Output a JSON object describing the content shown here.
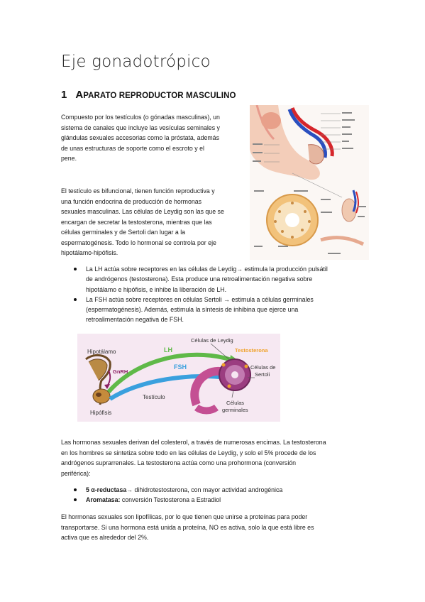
{
  "document": {
    "title": "Eje gonadotrópico",
    "section": {
      "number": "1",
      "heading_first": "A",
      "heading_rest": "PARATO REPRODUCTOR MASCULINO"
    },
    "para1": [
      "Compuesto por los testículos (o gónadas masculinas), un",
      "sistema de canales que incluye las vesículas seminales y",
      "glándulas sexuales accesorias como la próstata, además",
      "de unas estructuras de soporte como el escroto y el",
      "pene."
    ],
    "para2": [
      "El testículo es bifuncional, tienen función reproductiva y",
      "una función endocrina de producción de hormonas",
      "sexuales masculinas. Las células de Leydig son las que se",
      "encargan de secretar la testosterona, mientras que las",
      "células germinales y de Sertoli dan lugar a la",
      "espermatogénesis. Todo lo hormonal se controla por eje",
      "hipotálamo-hipófisis."
    ],
    "bullets1": [
      [
        "La LH actúa sobre receptores en las células de Leydig→ estimula la producción pulsátil",
        "de andrógenos (testosterona). Esta produce una retroalimentación negativa sobre",
        "hipotálamo e hipófisis, e inhibe la liberación de LH."
      ],
      [
        "La FSH actúa sobre receptores en células Sertoli → estimula a células germinales",
        "(espermatogénesis). Además, estimula la síntesis de inhibina que ejerce una",
        "retroalimentación negativa de FSH."
      ]
    ],
    "para3": [
      "Las hormonas sexuales derivan del colesterol, a través de numerosas encimas. La testosterona",
      "en los hombres se sintetiza sobre todo en las células de Leydig, y solo el 5% procede de los",
      "andrógenos suprarrenales. La testosterona actúa como una prohormona (conversión",
      "periférica):"
    ],
    "bullets2": [
      {
        "bold": "5 α-reductasa→",
        "rest": " dihidrotestosterona, con mayor actividad androgénica"
      },
      {
        "bold": "Aromatasa:",
        "rest": " conversión Testosterona a Estradiol"
      }
    ],
    "para4": [
      "El hormonas sexuales son lipofílicas, por lo que tienen que unirse a proteínas para poder",
      "transportarse. Si una hormona está unida a proteína, NO es activa, solo la que está libre es",
      "activa que es alrededor del 2%."
    ],
    "figure_axis": {
      "hipotalamo": "Hipotálamo",
      "gnrh": "GnRH",
      "hipofisis": "Hipófisis",
      "lh": "LH",
      "fsh": "FSH",
      "leydig_1": "Células de Leydig",
      "testosterona": "Testosterona",
      "sertoli_1": "Células de",
      "sertoli_2": "Sertoli",
      "testiculo": "Testículo",
      "germ_1": "Células",
      "germ_2": "germinales"
    }
  },
  "colors": {
    "lh_arrow": "#5fb948",
    "fsh_arrow": "#3aa0de",
    "testosterona": "#f0a22a",
    "figure_bg": "#f5e6f1",
    "testis": "#9b3d80"
  }
}
